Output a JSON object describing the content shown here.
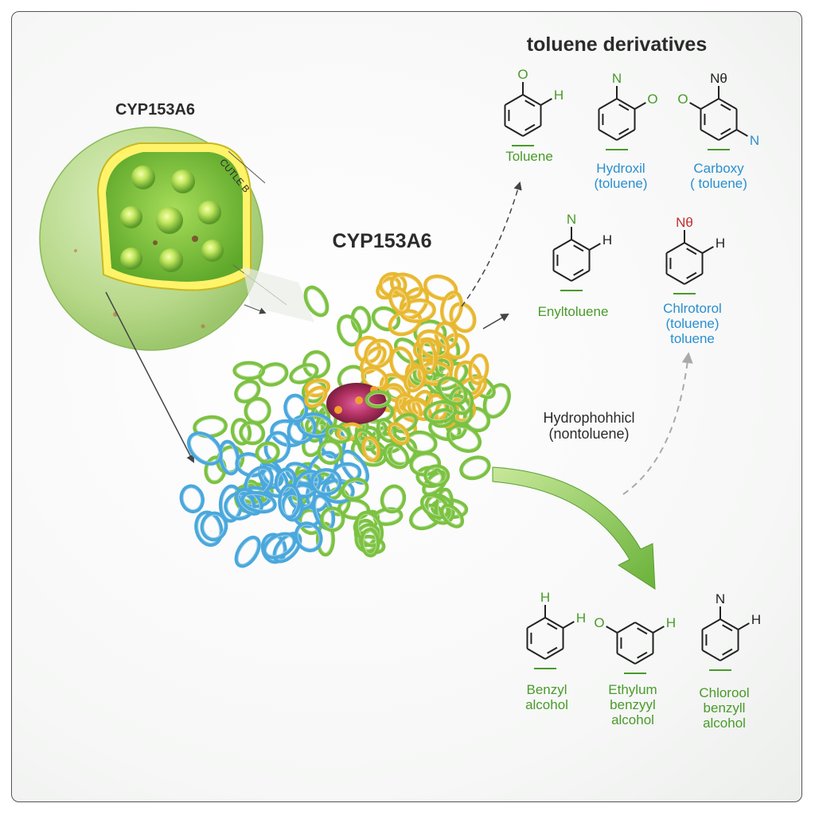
{
  "title": "toluene derivatives",
  "cell_label": "CYP153A6",
  "cell_side_label": "CUTLE B",
  "enzyme_label": "CYP153A6",
  "intermediate_label": [
    "Hydrophohhicl",
    "(nontoluene)"
  ],
  "top_row": [
    {
      "name": [
        "Toluene"
      ],
      "atoms": [
        "O",
        "H"
      ],
      "color": "#4a9a2a"
    },
    {
      "name": [
        "Hydroxil",
        "(toluene)"
      ],
      "atoms": [
        "N",
        "O"
      ],
      "color": "#2a8fd0"
    },
    {
      "name": [
        "Carboxy",
        "( toluene)"
      ],
      "atoms": [
        "O",
        "Nθ",
        "N"
      ],
      "color": "#2a8fd0"
    }
  ],
  "middle_row": [
    {
      "name": [
        "Enyltoluene"
      ],
      "atoms": [
        "N",
        "H"
      ],
      "color": "#4a9a2a"
    },
    {
      "name": [
        "Chlrotorol",
        "(toluene)",
        "toluene"
      ],
      "atoms": [
        "Nθ",
        "H"
      ],
      "color": "#2a8fd0"
    }
  ],
  "bottom_row": [
    {
      "name": [
        "Benzyl",
        "alcohol"
      ],
      "atoms": [
        "H",
        "H"
      ],
      "color": "#4a9a2a"
    },
    {
      "name": [
        "Ethylum",
        "benzyyl",
        "alcohol"
      ],
      "atoms": [
        "O",
        "H"
      ],
      "color": "#4a9a2a"
    },
    {
      "name": [
        "Chlorool",
        "benzyll",
        "alcohol"
      ],
      "atoms": [
        "N",
        "H"
      ],
      "color": "#4a9a2a"
    }
  ],
  "colors": {
    "green_text": "#4a9a2a",
    "blue_text": "#2a8fd0",
    "helix_green": "#7cc242",
    "helix_blue": "#4aa8dc",
    "helix_yellow": "#e8b830",
    "active_site": "#b03060",
    "cell_outer": "#b8d98a",
    "cell_inner": "#7cbf3a"
  }
}
